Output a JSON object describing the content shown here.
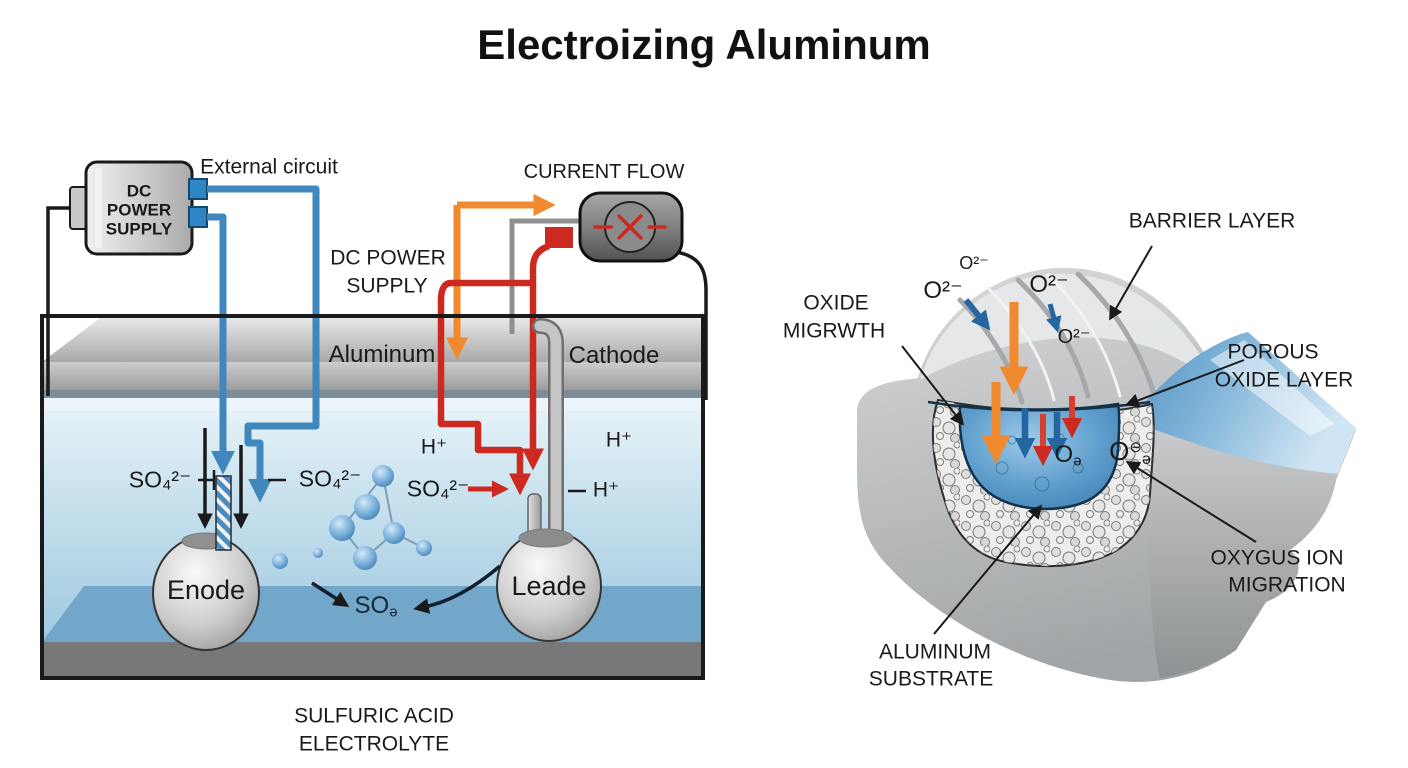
{
  "title": "Electroizing Aluminum",
  "colors": {
    "wire_blue": "#3f87bd",
    "wire_red": "#cc2a20",
    "wire_orange": "#ef8a2e",
    "wire_gray": "#8f8f8f",
    "wire_black": "#1a1a1a",
    "electrolyte_blue": "#b9d9e9",
    "tank_floor_blue": "#72a7c9",
    "metal_gray": "#b5b5b5",
    "pit_blue": "#5e9dcc"
  },
  "left_diagram": {
    "power_supply_box": {
      "lines": [
        "DC",
        "POWER",
        "SUPPLY"
      ]
    },
    "external_circuit_label": "External circuit",
    "current_flow_label": "CURRENT FLOW",
    "dc_power_supply_label": {
      "line1": "DC POWER",
      "line2": "SUPPLY"
    },
    "aluminum_label": "Aluminum",
    "cathode_label": "Cathode",
    "so4_left": "SO₄²⁻",
    "so4_mid": "SO₄²⁻",
    "so4_right": "SO₄²⁻",
    "h_plus_1": "H⁺",
    "h_plus_2": "H⁺",
    "h_plus_3": "H⁺",
    "anode_sphere_label": "Enode",
    "cathode_sphere_label": "Leade",
    "so_product": {
      "base": "SO",
      "sub": "ə"
    },
    "electrolyte_label": {
      "line1": "SULFURIC ACID",
      "line2": "ELECTROLYTE"
    }
  },
  "right_diagram": {
    "barrier_layer_label": "BARRIER LAYER",
    "oxide_growth_label": {
      "line1": "OXIDE",
      "line2": "MIGRWTH"
    },
    "porous_oxide_label": {
      "line1": "POROUS",
      "line2": "OXIDE LAYER"
    },
    "oxygen_ion_migration_label": {
      "line1": "OXYGUS ION",
      "line2": "MIGRATION"
    },
    "aluminum_substrate_label": {
      "line1": "ALUMINUM",
      "line2": "SUBSTRATE"
    },
    "o_ion_1": "O²⁻",
    "o_ion_2": "O²⁻",
    "o_ion_3": "O²⁻",
    "o_ion_4": "O²⁻",
    "pit_ion_a": {
      "base": "O",
      "sub": "ə"
    },
    "pit_ion_b": {
      "base": "O",
      "sup": "⊖",
      "sub": "ə"
    }
  }
}
